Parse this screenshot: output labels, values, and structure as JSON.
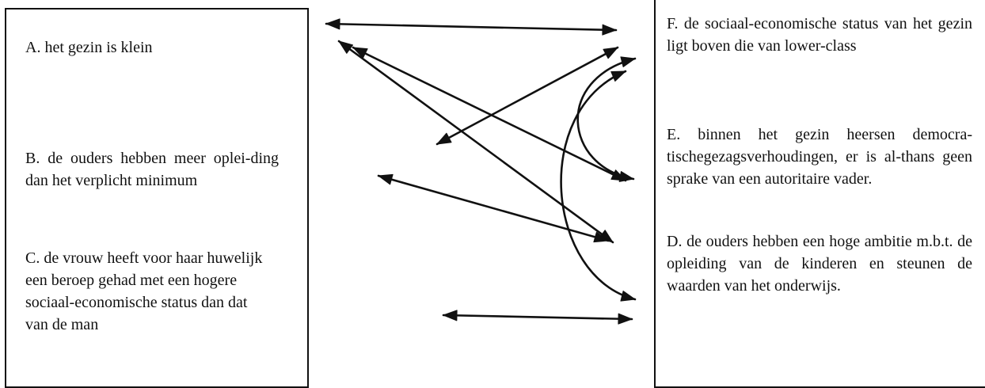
{
  "left_items": {
    "a": "A.  het gezin is klein",
    "b": "B. de ouders hebben meer oplei-ding dan het verplicht minimum",
    "c": "C. de vrouw heeft voor haar huwelijk een beroep gehad met een hogere sociaal-economische status dan dat van de man"
  },
  "right_items": {
    "f": "F. de sociaal-economische status van het gezin ligt boven die van lower-class",
    "e": "E. binnen het gezin heersen democra-tischegezagsverhoudingen, er is al-thans  geen sprake van een autoritaire vader.",
    "d": "D. de ouders hebben een hoge ambitie m.b.t. de opleiding van de kinderen en steunen de waarden van het onderwijs."
  }
}
